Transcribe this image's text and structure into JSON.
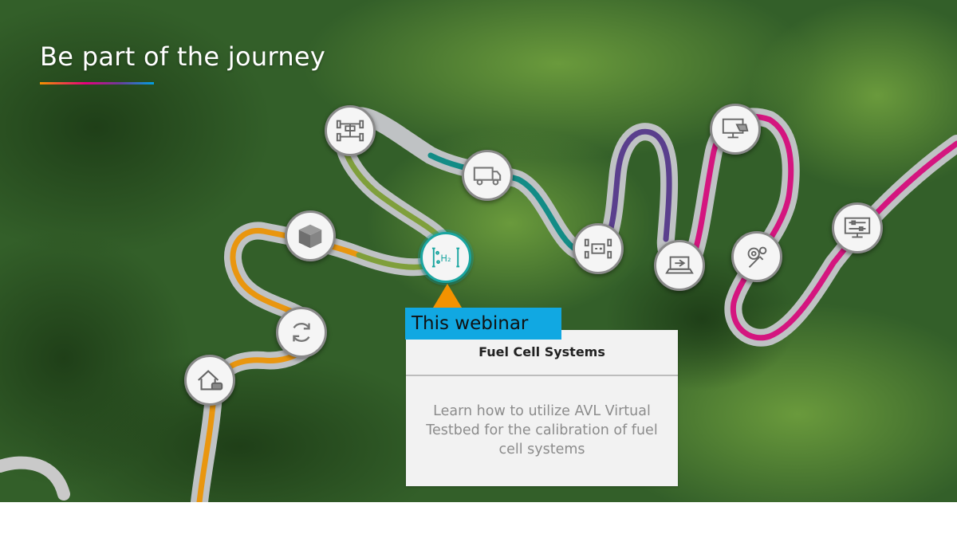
{
  "slide": {
    "title": "Be part of the journey",
    "accent_gradient": [
      "#f39200",
      "#e6007e",
      "#6a3d9a",
      "#00a0e1"
    ]
  },
  "nodes": [
    {
      "icon": "home-charging-icon"
    },
    {
      "icon": "cycle-arrows-icon"
    },
    {
      "icon": "box-icon"
    },
    {
      "icon": "drivetrain-icon"
    },
    {
      "icon": "truck-icon"
    },
    {
      "icon": "fuel-cell-h2-icon",
      "active": true
    },
    {
      "icon": "battery-axle-icon"
    },
    {
      "icon": "laptop-icon"
    },
    {
      "icon": "monitor-hand-icon"
    },
    {
      "icon": "gears-wrench-icon"
    },
    {
      "icon": "monitor-sliders-icon"
    }
  ],
  "webinar": {
    "tag_label": "This webinar",
    "tag_color": "#11a8e2",
    "pointer_color": "#f39200",
    "card_title": "Fuel Cell Systems",
    "card_body": "Learn how to utilize AVL Virtual Testbed for the calibration of fuel cell systems"
  }
}
